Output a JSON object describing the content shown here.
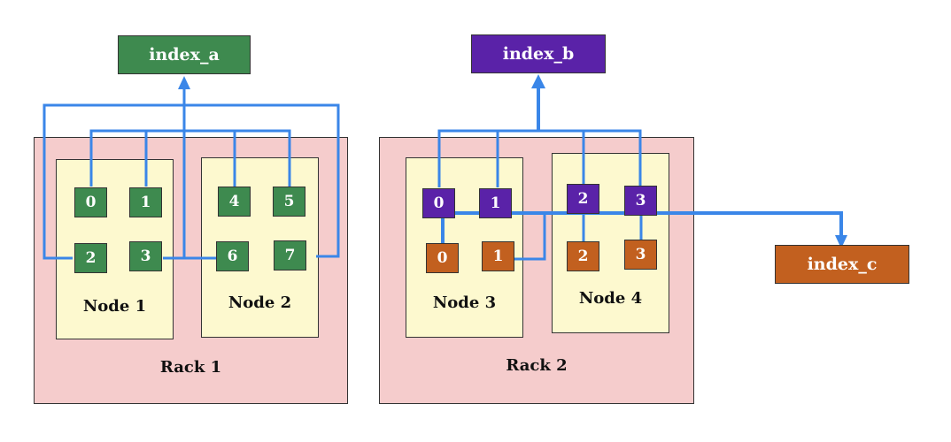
{
  "indices": {
    "a": {
      "label": "index_a",
      "color": "#3e8a4f"
    },
    "b": {
      "label": "index_b",
      "color": "#5a22a8"
    },
    "c": {
      "label": "index_c",
      "color": "#c2601f"
    }
  },
  "racks": [
    {
      "label": "Rack 1"
    },
    {
      "label": "Rack 2"
    }
  ],
  "nodes": [
    {
      "label": "Node 1",
      "shards": [
        "0",
        "1",
        "2",
        "3"
      ]
    },
    {
      "label": "Node 2",
      "shards": [
        "4",
        "5",
        "6",
        "7"
      ]
    },
    {
      "label": "Node 3",
      "shards": [
        "0",
        "1",
        "0",
        "1"
      ]
    },
    {
      "label": "Node 4",
      "shards": [
        "2",
        "3",
        "2",
        "3"
      ]
    }
  ],
  "colors": {
    "wire": "#3a86e8",
    "rack": "#f5cccc",
    "node": "#fdf9cf"
  }
}
